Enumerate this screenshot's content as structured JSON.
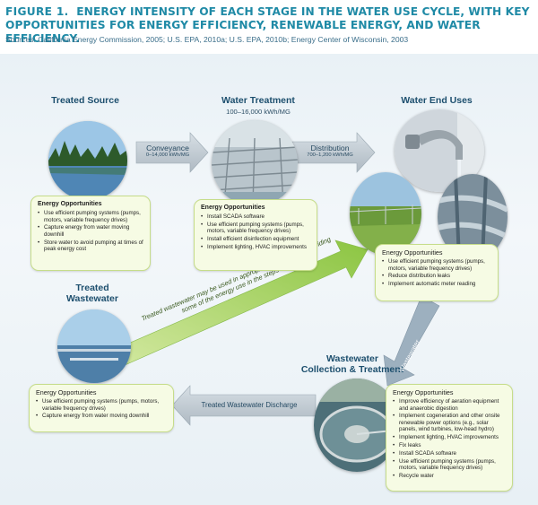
{
  "figure": {
    "label": "FIGURE 1.",
    "title": "ENERGY INTENSITY OF EACH STAGE IN THE WATER USE CYCLE, WITH KEY OPPORTUNITIES FOR ENERGY EFFICIENCY, RENEWABLE ENERGY, AND WATER EFFICIENCY.",
    "sources": "Sources: California Energy Commission, 2005; U.S. EPA, 2010a; U.S. EPA, 2010b; Energy Center of Wisconsin, 2003"
  },
  "stages": {
    "treated_source": {
      "title": "Treated Source"
    },
    "water_treatment": {
      "title": "Water Treatment",
      "intensity": "100–16,000 kWh/MG"
    },
    "water_end_uses": {
      "title": "Water End Uses"
    },
    "treated_wastewater": {
      "title_line1": "Treated",
      "title_line2": "Wastewater"
    },
    "wastewater_ct": {
      "title_line1": "Wastewater",
      "title_line2": "Collection & Treatment"
    }
  },
  "arrows": {
    "conveyance": {
      "name": "Conveyance",
      "value": "0–14,000 kWh/MG"
    },
    "distribution": {
      "name": "Distribution",
      "value": "700–1,200 kWh/MG"
    },
    "wastewater": {
      "name": "Wastewater"
    },
    "discharge": {
      "name": "Treated Wastewater Discharge"
    },
    "reuse_note": "Treated wastewater may be used in appropriate applications, avoiding some of the energy use in the steps above"
  },
  "boxes": {
    "treated_source": {
      "heading": "Energy Opportunities",
      "items": [
        "Use efficient pumping systems (pumps, motors, variable frequency drives)",
        "Capture energy from water moving downhill",
        "Store water to avoid pumping at times of peak energy cost"
      ]
    },
    "water_treatment": {
      "heading": "Energy Opportunities",
      "items": [
        "Install SCADA software",
        "Use efficient pumping systems (pumps, motors, variable frequency drives)",
        "Install efficient disinfection equipment",
        "Implement lighting, HVAC improvements"
      ]
    },
    "end_uses": {
      "heading": "Energy Opportunities",
      "items": [
        "Use efficient pumping systems (pumps, motors, variable frequency drives)",
        "Reduce distribution leaks",
        "Implement automatic meter reading"
      ]
    },
    "treated_wastewater": {
      "heading": "Energy Opportunities",
      "items": [
        "Use efficient pumping systems (pumps, motors, variable frequency drives)",
        "Capture energy from water moving downhill"
      ]
    },
    "wastewater_ct": {
      "heading": "Energy Opportunities",
      "items": [
        "Improve efficiency of aeration equipment and anaerobic digestion",
        "Implement cogeneration and other onsite renewable power options (e.g., solar panels, wind turbines, low-head hydro)",
        "Implement lighting, HVAC improvements",
        "Fix leaks",
        "Install SCADA software",
        "Use efficient pumping systems (pumps, motors, variable frequency drives)",
        "Recycle water"
      ]
    }
  }
}
